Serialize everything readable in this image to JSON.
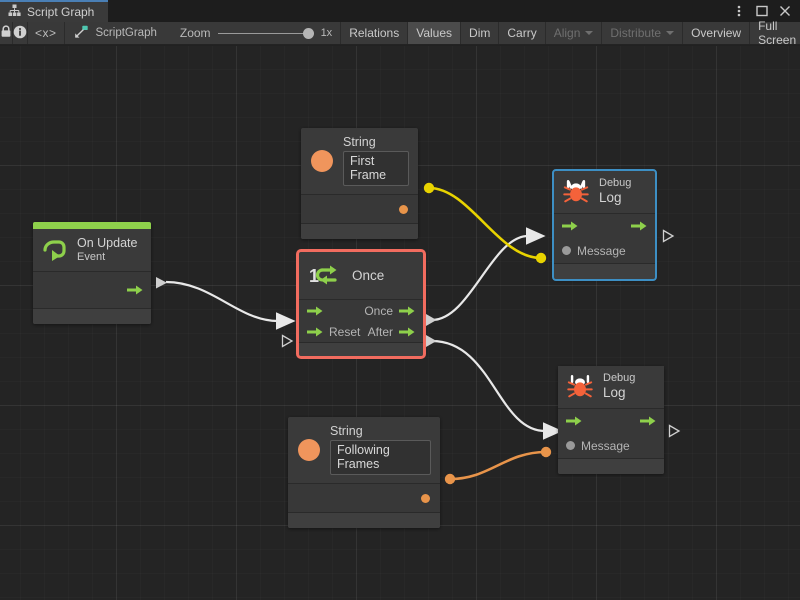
{
  "window": {
    "tab_label": "Script Graph",
    "tab_icon": "graph-hierarchy-icon",
    "controls": [
      "more-options-icon",
      "maximize-icon",
      "close-icon"
    ]
  },
  "toolbar": {
    "lock_icon": "lock-icon",
    "info_icon": "info-icon",
    "code_label": "<x>",
    "graph_icon": "scriptgraph-icon",
    "graph_name": "ScriptGraph",
    "zoom_label": "Zoom",
    "zoom_value": "1x",
    "buttons": [
      {
        "label": "Relations",
        "state": "normal"
      },
      {
        "label": "Values",
        "state": "active"
      },
      {
        "label": "Dim",
        "state": "normal"
      },
      {
        "label": "Carry",
        "state": "normal"
      },
      {
        "label": "Align",
        "state": "disabled",
        "caret": true
      },
      {
        "label": "Distribute",
        "state": "disabled",
        "caret": true
      },
      {
        "label": "Overview",
        "state": "normal"
      },
      {
        "label": "Full Screen",
        "state": "normal"
      }
    ]
  },
  "colors": {
    "flow_green": "#8ed04b",
    "event_green": "#8ed04b",
    "string_orange": "#f0955c",
    "wire_white": "#e8e8e8",
    "wire_yellow": "#e8d300",
    "wire_orange": "#e8944a",
    "selection_red": "#f26c5f",
    "selection_blue": "#3d8fc4",
    "canvas_bg": "#242424",
    "node_bg": "#3a3a3a"
  },
  "graph": {
    "nodes": [
      {
        "id": "on-update",
        "type": "event",
        "icon": "on-update-loop-icon",
        "subtitle": "On Update",
        "title": "Event",
        "accent": "#8ed04b",
        "selected": "none",
        "ports_out_flow": [
          ""
        ]
      },
      {
        "id": "string-first-frame",
        "type": "string-literal",
        "icon": "string-orange-circle-icon",
        "title": "String",
        "value": "First Frame",
        "selected": "none"
      },
      {
        "id": "once",
        "type": "once",
        "icon": "once-1-loop-icon",
        "title": "Once",
        "selected": "red",
        "inputs": [
          "",
          "Reset"
        ],
        "outputs": [
          "Once",
          "After"
        ]
      },
      {
        "id": "string-following-frames",
        "type": "string-literal",
        "icon": "string-orange-circle-icon",
        "title": "String",
        "value": "Following Frames",
        "selected": "none"
      },
      {
        "id": "debug-log-top",
        "type": "debug-log",
        "icon": "bug-icon",
        "subtitle": "Debug",
        "title": "Log",
        "selected": "blue",
        "value_input": "Message"
      },
      {
        "id": "debug-log-bottom",
        "type": "debug-log",
        "icon": "bug-icon",
        "subtitle": "Debug",
        "title": "Log",
        "selected": "none",
        "value_input": "Message"
      }
    ],
    "connections": [
      {
        "from": "on-update",
        "to": "once",
        "kind": "flow",
        "color": "#e8e8e8"
      },
      {
        "from": "once.Once",
        "to": "debug-log-top",
        "kind": "flow",
        "color": "#e8e8e8"
      },
      {
        "from": "once.After",
        "to": "debug-log-bottom",
        "kind": "flow",
        "color": "#e8e8e8"
      },
      {
        "from": "string-first-frame",
        "to": "debug-log-top.Message",
        "kind": "value",
        "color": "#e8d300"
      },
      {
        "from": "string-following-frames",
        "to": "debug-log-bottom.Message",
        "kind": "value",
        "color": "#e8944a"
      }
    ]
  }
}
